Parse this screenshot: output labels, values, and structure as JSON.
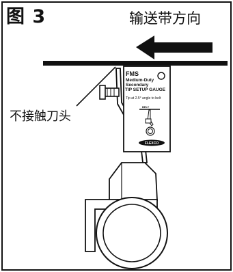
{
  "figure_label": "图 3",
  "direction_label": "输送带方向",
  "callout_label": "不接触刀头",
  "gauge": {
    "brand": "FMS",
    "line1": "Medium-Duty",
    "line2": "Secondary",
    "title": "TIP SETUP GAUGE",
    "instruction": "Tip at 2.5° angle to belt",
    "belt_mark": "BELT",
    "logo": "FLEXCO"
  },
  "colors": {
    "line": "#111111",
    "background": "#ffffff"
  }
}
